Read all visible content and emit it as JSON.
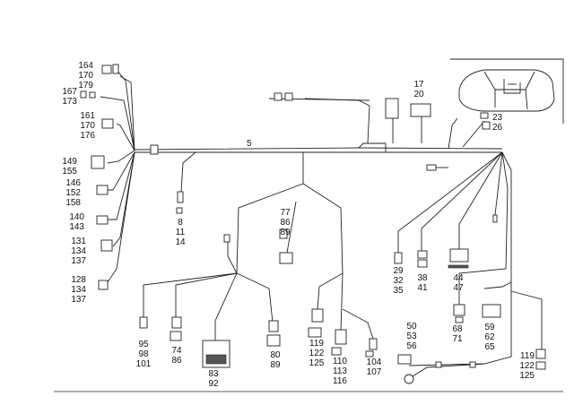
{
  "diagram": {
    "main_label": "5",
    "callouts": {
      "c164": [
        "164",
        "170",
        "179"
      ],
      "c167": [
        "167",
        "173"
      ],
      "c161": [
        "161",
        "170",
        "176"
      ],
      "c149": [
        "149",
        "155"
      ],
      "c146": [
        "146",
        "152",
        "158"
      ],
      "c140": [
        "140",
        "143"
      ],
      "c131": [
        "131",
        "134",
        "137"
      ],
      "c128": [
        "128",
        "134",
        "137"
      ],
      "c8": [
        "8",
        "11",
        "14"
      ],
      "c77": [
        "77",
        "86",
        "89"
      ],
      "c17": [
        "17",
        "20"
      ],
      "c23": [
        "23",
        "26"
      ],
      "c29": [
        "29",
        "32",
        "35"
      ],
      "c38": [
        "38",
        "41"
      ],
      "c44": [
        "44",
        "47"
      ],
      "c68": [
        "68",
        "71"
      ],
      "c59": [
        "59",
        "62",
        "65"
      ],
      "c95": [
        "95",
        "98",
        "101"
      ],
      "c74": [
        "74",
        "86"
      ],
      "c83": [
        "83",
        "92"
      ],
      "c80": [
        "80",
        "89"
      ],
      "c119a": [
        "119",
        "122",
        "125"
      ],
      "c110": [
        "110",
        "113",
        "116"
      ],
      "c104": [
        "104",
        "107"
      ],
      "c50": [
        "50",
        "53",
        "56"
      ],
      "c119b": [
        "119",
        "122",
        "125"
      ]
    }
  }
}
